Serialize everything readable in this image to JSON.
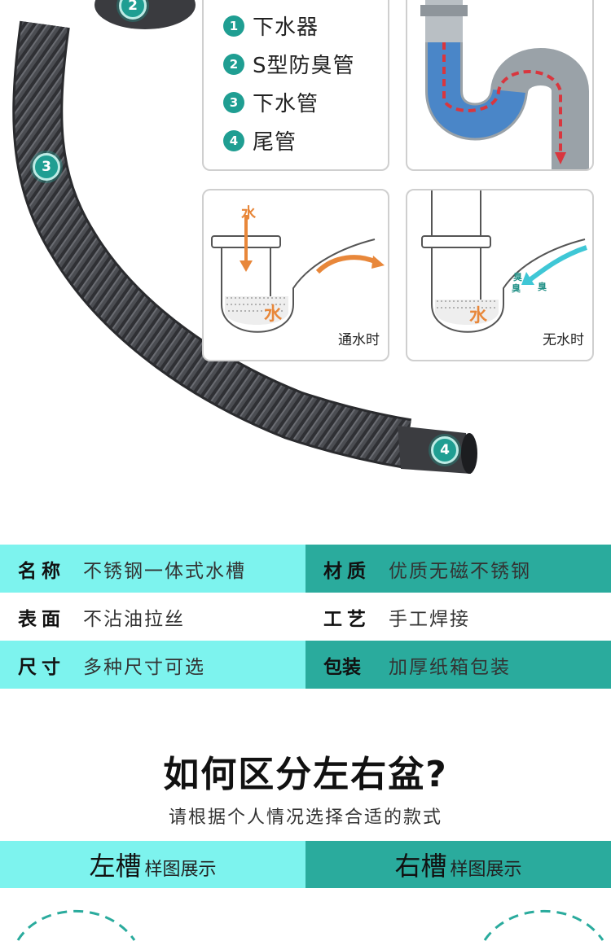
{
  "markers": [
    "2",
    "3",
    "4"
  ],
  "legend": {
    "items": [
      {
        "num": "1",
        "label": "下水器"
      },
      {
        "num": "2",
        "label": "S型防臭管"
      },
      {
        "num": "3",
        "label": "下水管"
      },
      {
        "num": "4",
        "label": "尾管"
      }
    ]
  },
  "diagrams": {
    "flow": {
      "caption": "通水时",
      "water_top": "水",
      "water_bottom": "水"
    },
    "dry": {
      "caption": "无水时",
      "water_bottom": "水",
      "odor": [
        "臭",
        "臭",
        "臭"
      ]
    }
  },
  "specs": {
    "rows": [
      {
        "left_label": "名称",
        "left_value": "不锈钢一体式水槽",
        "right_label": "材质",
        "right_value": "优质无磁不锈钢"
      },
      {
        "left_label": "表面",
        "left_value": "不沾油拉丝",
        "right_label": "工艺",
        "right_value": "手工焊接"
      },
      {
        "left_label": "尺寸",
        "left_value": "多种尺寸可选",
        "right_label": "包装",
        "right_value": "加厚纸箱包装"
      }
    ]
  },
  "section": {
    "title": "如何区分左右盆?",
    "subtitle": "请根据个人情况选择合适的款式",
    "tabs": [
      {
        "main": "左槽",
        "sub": "样图展示"
      },
      {
        "main": "右槽",
        "sub": "样图展示"
      }
    ]
  },
  "colors": {
    "teal": "#2aab9d",
    "cyan": "#7df3ee",
    "pipe": "#4a4c50",
    "arrow_red": "#d9363e",
    "arrow_orange": "#e8873a"
  }
}
